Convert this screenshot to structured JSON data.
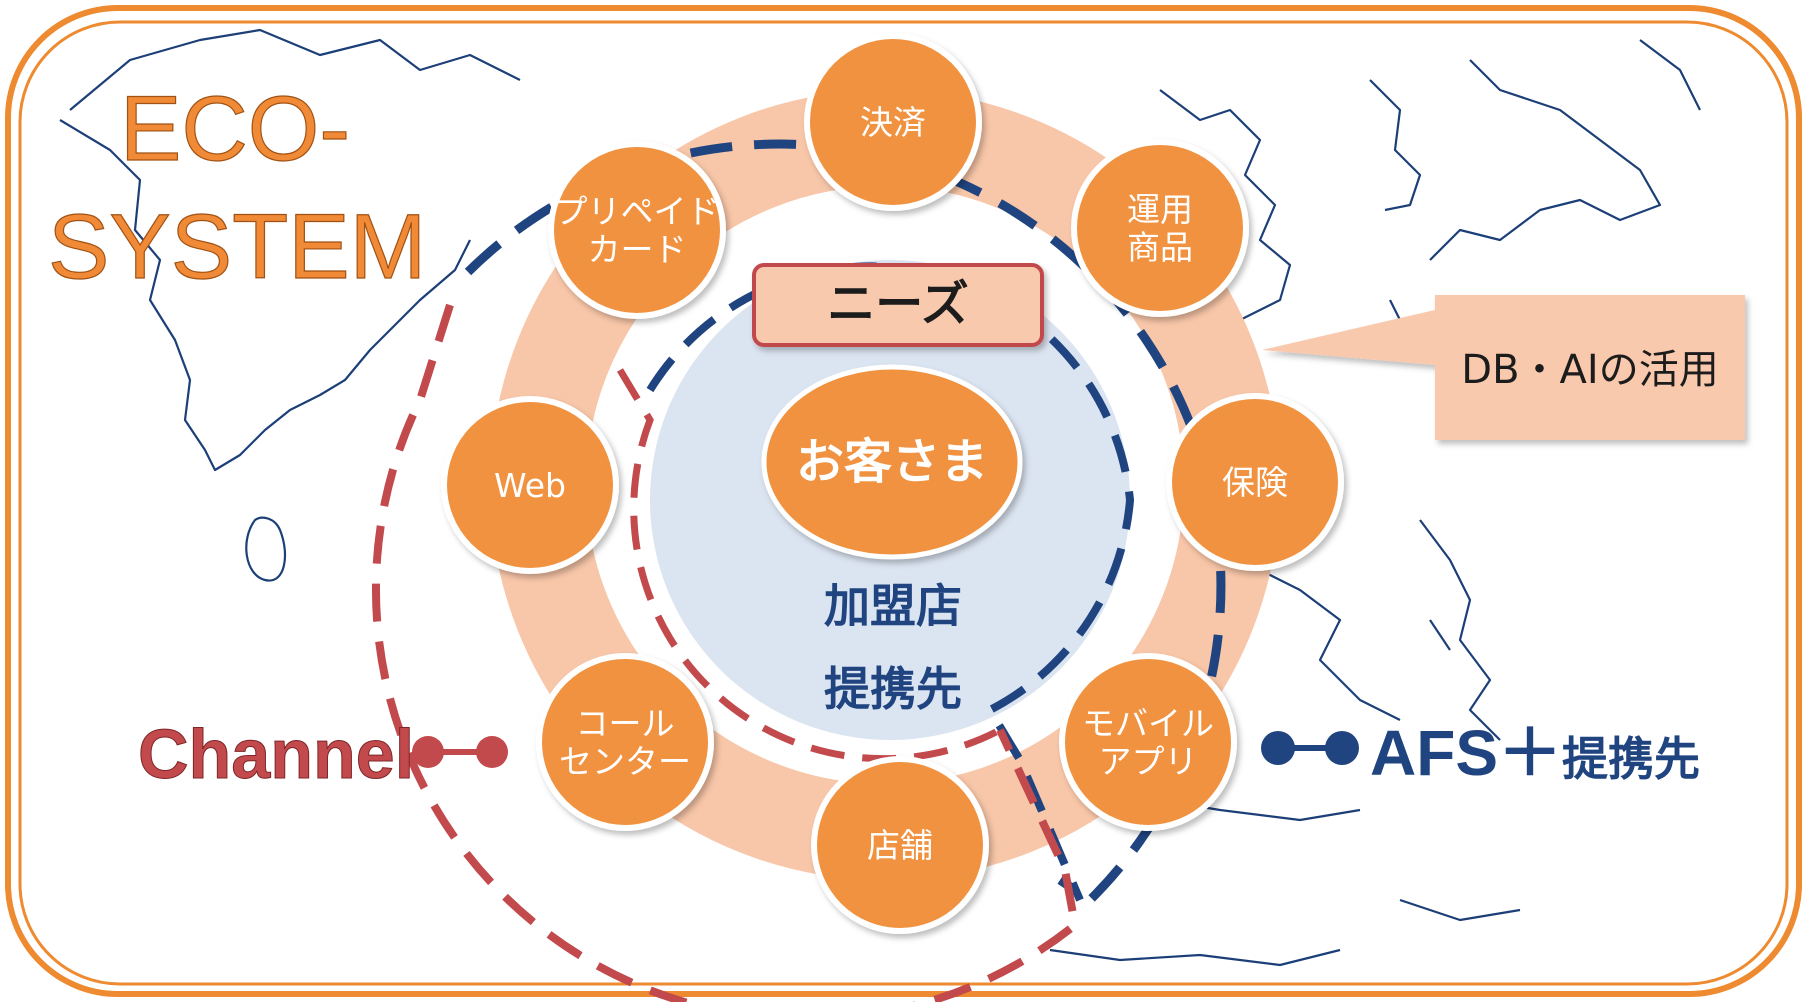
{
  "title": {
    "line1": "ECO-",
    "line2": "SYSTEM"
  },
  "needs_label": "ニーズ",
  "center": {
    "customer": "お客さま",
    "merchant": "加盟店",
    "partner": "提携先"
  },
  "ring_nodes": [
    {
      "id": "payment",
      "lines": [
        "決済"
      ]
    },
    {
      "id": "investment",
      "lines": [
        "運用",
        "商品"
      ]
    },
    {
      "id": "insurance",
      "lines": [
        "保険"
      ]
    },
    {
      "id": "mobile-app",
      "lines": [
        "モバイル",
        "アプリ"
      ]
    },
    {
      "id": "store",
      "lines": [
        "店舗"
      ]
    },
    {
      "id": "call-center",
      "lines": [
        "コール",
        "センター"
      ]
    },
    {
      "id": "web",
      "lines": [
        "Web"
      ]
    },
    {
      "id": "prepaid-card",
      "lines": [
        "プリペイド",
        "カード"
      ]
    }
  ],
  "callout": "DB・AIの活用",
  "channel_label": "Channel",
  "afs_label": {
    "main": "AFS＋",
    "sub": "提携先"
  },
  "colors": {
    "frame": "#ee8a2f",
    "node_fill": "#f0923f",
    "ring_fill": "#f8c6a8",
    "inner_fill": "#dbe4f1",
    "navy_dash": "#1f4480",
    "red_dash": "#c2494c",
    "callout_fill": "#f9c9ae"
  }
}
